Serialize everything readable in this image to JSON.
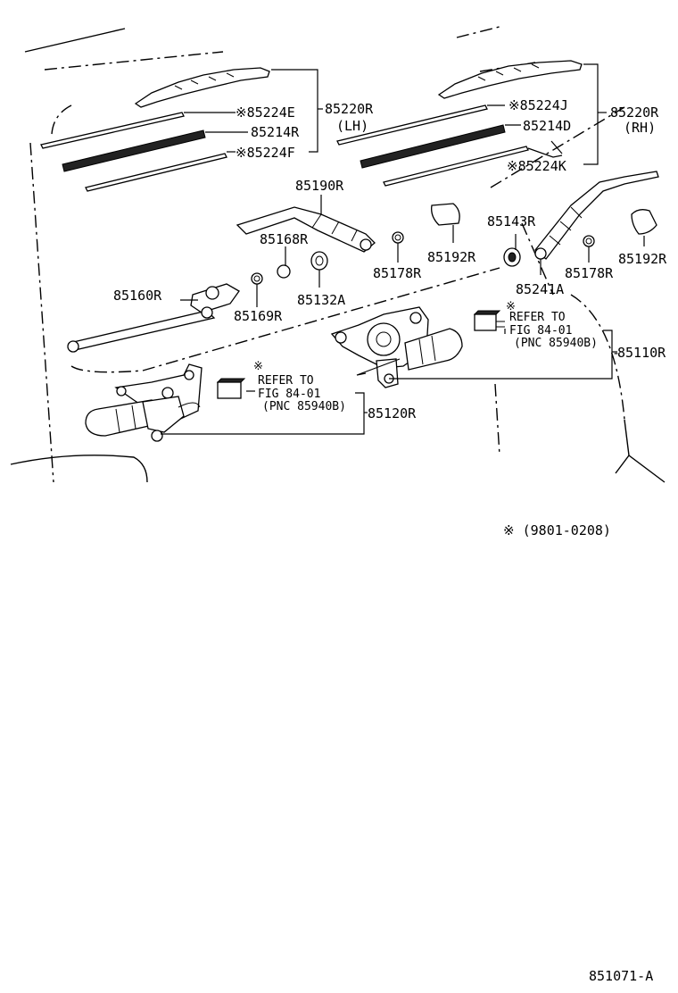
{
  "labels": {
    "p85224E": "※85224E",
    "p85214R": "85214R",
    "p85224F": "※85224F",
    "p85220R_lh": "85220R",
    "lh": "(LH)",
    "p85224J": "※85224J",
    "p85214D": "85214D",
    "p85224K": "※85224K",
    "p85220R_rh": "85220R",
    "rh": "(RH)",
    "p85190R": "85190R",
    "p85168R": "85168R",
    "p85178R_a": "85178R",
    "p85192R_a": "85192R",
    "p85143R": "85143R",
    "p85192R_b": "85192R",
    "p85178R_b": "85178R",
    "p85241A": "85241A",
    "p85160R": "85160R",
    "p85169R": "85169R",
    "p85132A": "85132A",
    "p85110R": "85110R",
    "p85120R": "85120R"
  },
  "notes": {
    "refer_a_mark": "※",
    "refer_a_line1": "REFER TO",
    "refer_a_line2": "FIG 84-01",
    "refer_a_line3": "(PNC 85940B)",
    "refer_b_mark": "※",
    "refer_b_line1": "REFER TO",
    "refer_b_line2": "FIG 84-01",
    "refer_b_line3": "(PNC 85940B)",
    "date_note": "※ (9801-0208)",
    "figure_code": "851071-A"
  }
}
